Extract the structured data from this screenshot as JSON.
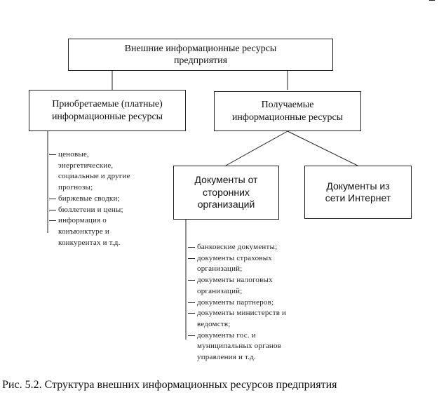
{
  "diagram": {
    "root": "Внешние информационные ресурсы\nпредприятия",
    "left": "Приобретаемые (платные)\nинформационные ресурсы",
    "right": "Получаемые\nинформационные ресурсы",
    "docs_external": "Документы от\nсторонних\nорганизаций",
    "docs_internet": "Документы из\nсети Интернет",
    "paid_items": [
      "ценовые,\nэнергетические,\nсоциальные и другие\nпрогнозы;",
      "биржевые сводки;",
      "бюллетени и цены;",
      "информация о\nконъюнктуре и\nконкурентах и т.д."
    ],
    "external_items": [
      "банковские документы;",
      "документы страховых\nорганизаций;",
      "документы налоговых\nорганизаций;",
      "документы партнеров;",
      "документы министерств и\nведомств;",
      "документы гос. и\nмуниципальных органов\nуправления и т.д."
    ]
  },
  "caption": "Рис. 5.2. Структура внешних информационных ресурсов предприятия"
}
